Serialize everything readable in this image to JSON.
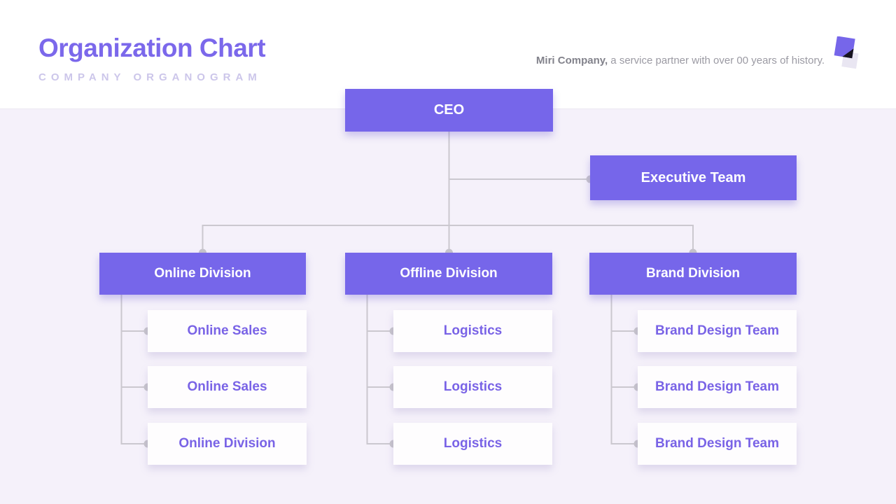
{
  "header": {
    "title": "Organization Chart",
    "subtitle": "COMPANY ORGANOGRAM",
    "company_bold": "Miri Company,",
    "company_rest": " a service partner with over 00 years of history.",
    "logo_icon": "miri-logo"
  },
  "colors": {
    "accent_purple": "#7666ea",
    "title_purple": "#7b68eb",
    "subtitle_lavender": "#ccc6ea",
    "leaf_text_purple": "#7963e6",
    "connector_gray": "#cbc8cf",
    "node_dot_gray": "#c7c4cb",
    "content_background": "#f5f1fa",
    "header_background": "#ffffff"
  },
  "chart": {
    "type": "org-chart",
    "root": {
      "label": "CEO"
    },
    "staff": {
      "label": "Executive Team"
    },
    "divisions": [
      {
        "label": "Online Division",
        "children": [
          "Online Sales",
          "Online Sales",
          "Online Division"
        ]
      },
      {
        "label": "Offline Division",
        "children": [
          "Logistics",
          "Logistics",
          "Logistics"
        ]
      },
      {
        "label": "Brand Division",
        "children": [
          "Brand Design Team",
          "Brand Design Team",
          "Brand Design Team"
        ]
      }
    ]
  }
}
